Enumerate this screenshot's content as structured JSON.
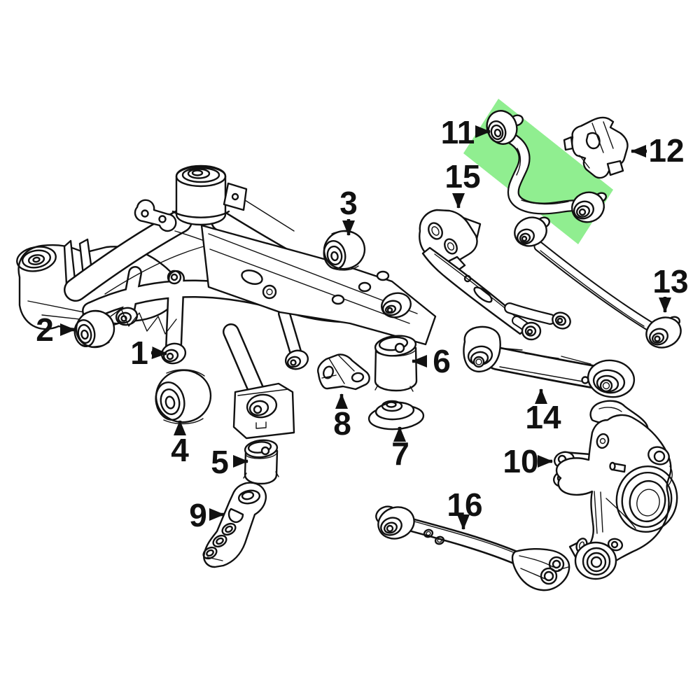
{
  "diagram": {
    "background_color": "#ffffff",
    "line_color": "#111111",
    "highlight_color": "#90ee90",
    "highlighted_part": "11",
    "part_labels": [
      "1",
      "2",
      "3",
      "4",
      "5",
      "6",
      "7",
      "8",
      "9",
      "10",
      "11",
      "12",
      "13",
      "14",
      "15",
      "16"
    ]
  }
}
